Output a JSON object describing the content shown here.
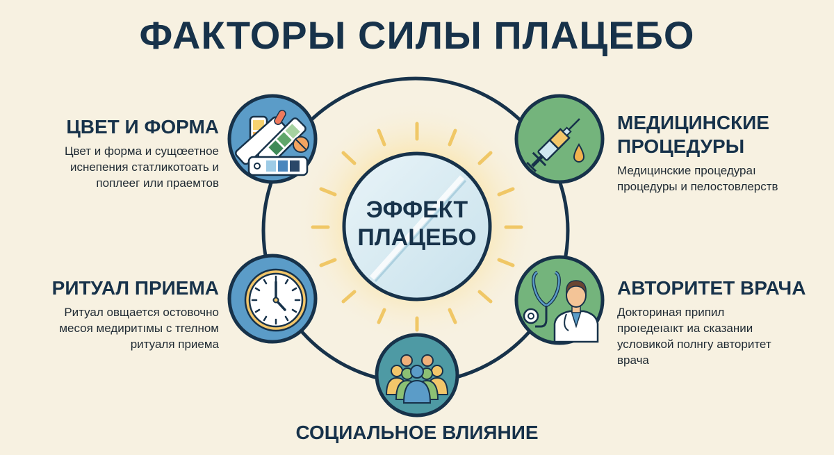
{
  "title": "ФАКТОРЫ СИЛЫ ПЛАЦЕБО",
  "center": {
    "line1": "ЭФФЕКТ",
    "line2": "ПЛАЦЕБО",
    "icon": "pill-icon"
  },
  "factors": [
    {
      "id": "color-shape",
      "title": "ЦВЕТ И ФОРМА",
      "lines": [
        "Цвет и форма и сущœетное",
        "иснепения статликотоать и",
        "поплеег или праемтов"
      ],
      "icon": "color-palette-icon",
      "circle_color": "#5b9cc8"
    },
    {
      "id": "medical-procedures",
      "title_lines": [
        "МЕДИЦИНСКИЕ",
        "ПРОЦЕДУРЫ"
      ],
      "lines": [
        "Медицинские процедураı",
        "процедуры и пелостовлерств"
      ],
      "icon": "syringe-icon",
      "circle_color": "#74b47c"
    },
    {
      "id": "intake-ritual",
      "title": "РИТУАЛ ПРИЕМА",
      "lines": [
        "Ритуал овщается остовочно",
        "месоя медиритıмы с тгелном",
        "ритуаля приема"
      ],
      "icon": "clock-icon",
      "circle_color": "#5b9cc8"
    },
    {
      "id": "doctor-authority",
      "title": "АВТОРИТЕТ ВРАЧА",
      "lines": [
        "Докториная припил",
        "проıедеıaıкт иа сказании",
        "условикой полнгу авторитет",
        "врача"
      ],
      "icon": "doctor-stethoscope-icon",
      "circle_color": "#74b47c"
    },
    {
      "id": "social-influence",
      "title": "СОЦИАЛЬНОЕ ВЛИЯНИЕ",
      "icon": "people-group-icon",
      "circle_color": "#4e9aa4"
    }
  ],
  "colors": {
    "background": "#f7f1e1",
    "outline": "#17324a",
    "sun_rays": "#f0c766",
    "pill": "#d6eaf3",
    "blue": "#5b9cc8",
    "green": "#74b47c",
    "teal": "#4e9aa4",
    "yellow": "#f2c66a",
    "orange": "#f0a55a"
  }
}
